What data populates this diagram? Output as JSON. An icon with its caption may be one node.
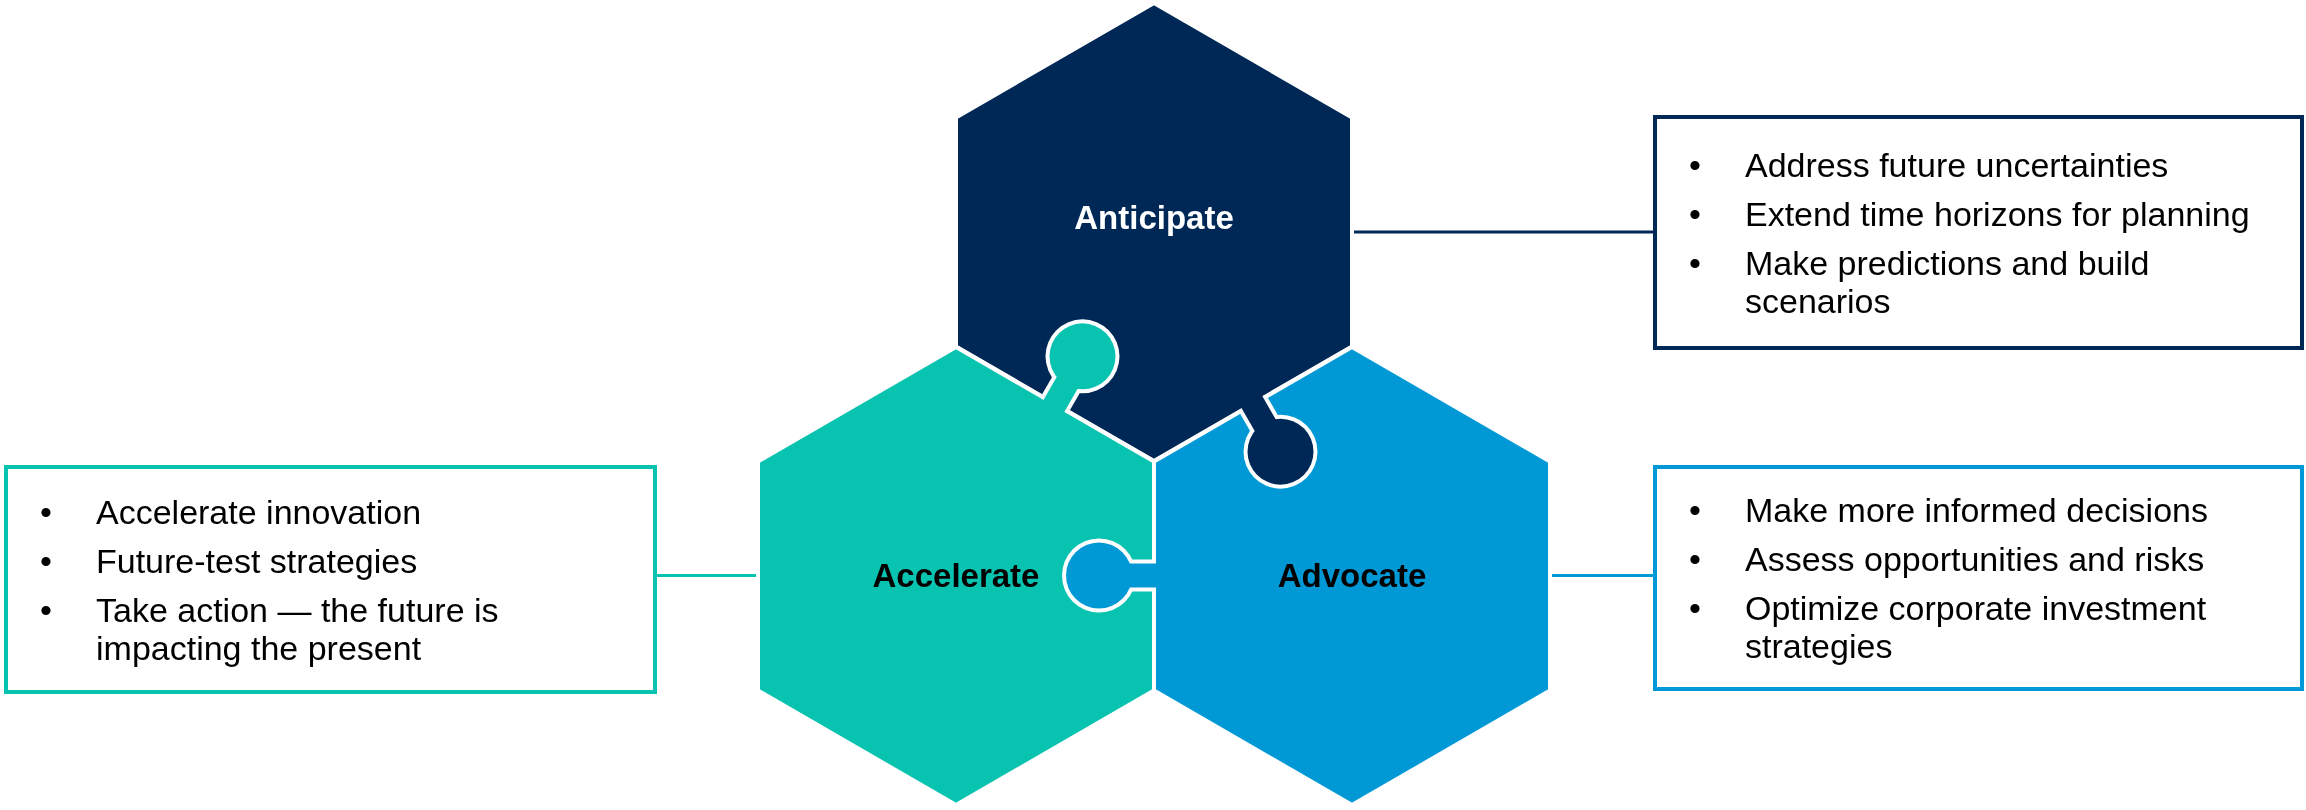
{
  "diagram": {
    "nodes": [
      {
        "text": [
          "Anticipate"
        ]
      },
      {
        "text": [
          "• Address future uncertainties",
          "• Extend time horizons for planning",
          "• Make predictions and build scenarios"
        ]
      },
      {
        "text": [
          "• Accelerate innovation",
          "• Future-test strategies",
          "• Take action — the future is impacting the present"
        ]
      },
      {
        "text": [
          "Accelerate"
        ]
      },
      {
        "text": [
          "Advocate"
        ]
      },
      {
        "text": [
          "• Make more informed decisions",
          "• Assess opportunities and risks",
          "• Optimize corporate investment strategies"
        ]
      }
    ],
    "edges": [
      {
        "from": 0,
        "to": 1,
        "arrow": "none",
        "color": "#002856"
      },
      {
        "from": 3,
        "to": 2,
        "arrow": "none",
        "color": "#09c3b1"
      },
      {
        "from": 4,
        "to": 5,
        "arrow": "none",
        "color": "#0099d6"
      }
    ]
  }
}
